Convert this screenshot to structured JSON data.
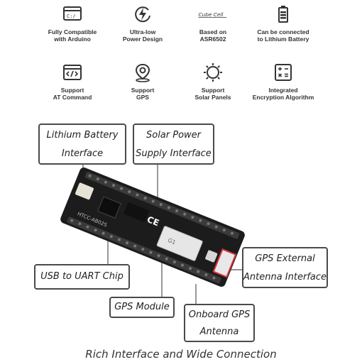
{
  "features": [
    {
      "icon": "code-window-icon",
      "line1": "Fully Compatible",
      "line2": "with Arduino"
    },
    {
      "icon": "power-bolt-icon",
      "line1": "Ultra-low",
      "line2": "Power Design"
    },
    {
      "icon": "cubecell-logo-icon",
      "logo_text": "Cube Cell",
      "line1": "Based on",
      "line2": "ASR6502"
    },
    {
      "icon": "battery-icon",
      "line1": "Can be connected",
      "line2": "to Lithium Battery"
    },
    {
      "icon": "at-command-window-icon",
      "line1": "Support",
      "line2": "AT Command"
    },
    {
      "icon": "map-pin-icon",
      "line1": "Support",
      "line2": "GPS"
    },
    {
      "icon": "solar-sun-icon",
      "line1": "Support",
      "line2": "Solar Panels"
    },
    {
      "icon": "calculator-icon",
      "line1": "Integrated",
      "line2": "Encryption Algorithm"
    }
  ],
  "callouts": {
    "lithium_battery": {
      "line1": "Lithium Battery",
      "line2": "Interface"
    },
    "solar_power": {
      "line1": "Solar Power",
      "line2": "Supply Interface"
    },
    "gps_external": {
      "line1": "GPS External",
      "line2": "Antenna Interface"
    },
    "usb_uart": {
      "line1": "USB to UART Chip"
    },
    "gps_module": {
      "line1": "GPS Module"
    },
    "onboard_gps": {
      "line1": "Onboard GPS",
      "line2": "Antenna"
    }
  },
  "board": {
    "model_label": "HTCC-AB02S",
    "brand_text": "CE"
  },
  "caption": "Rich Interface and Wide Connection",
  "colors": {
    "board": "#1c1c1c",
    "header": "#3a3a3a",
    "module": "#e6e6e6",
    "accent_red": "#d8333a"
  }
}
